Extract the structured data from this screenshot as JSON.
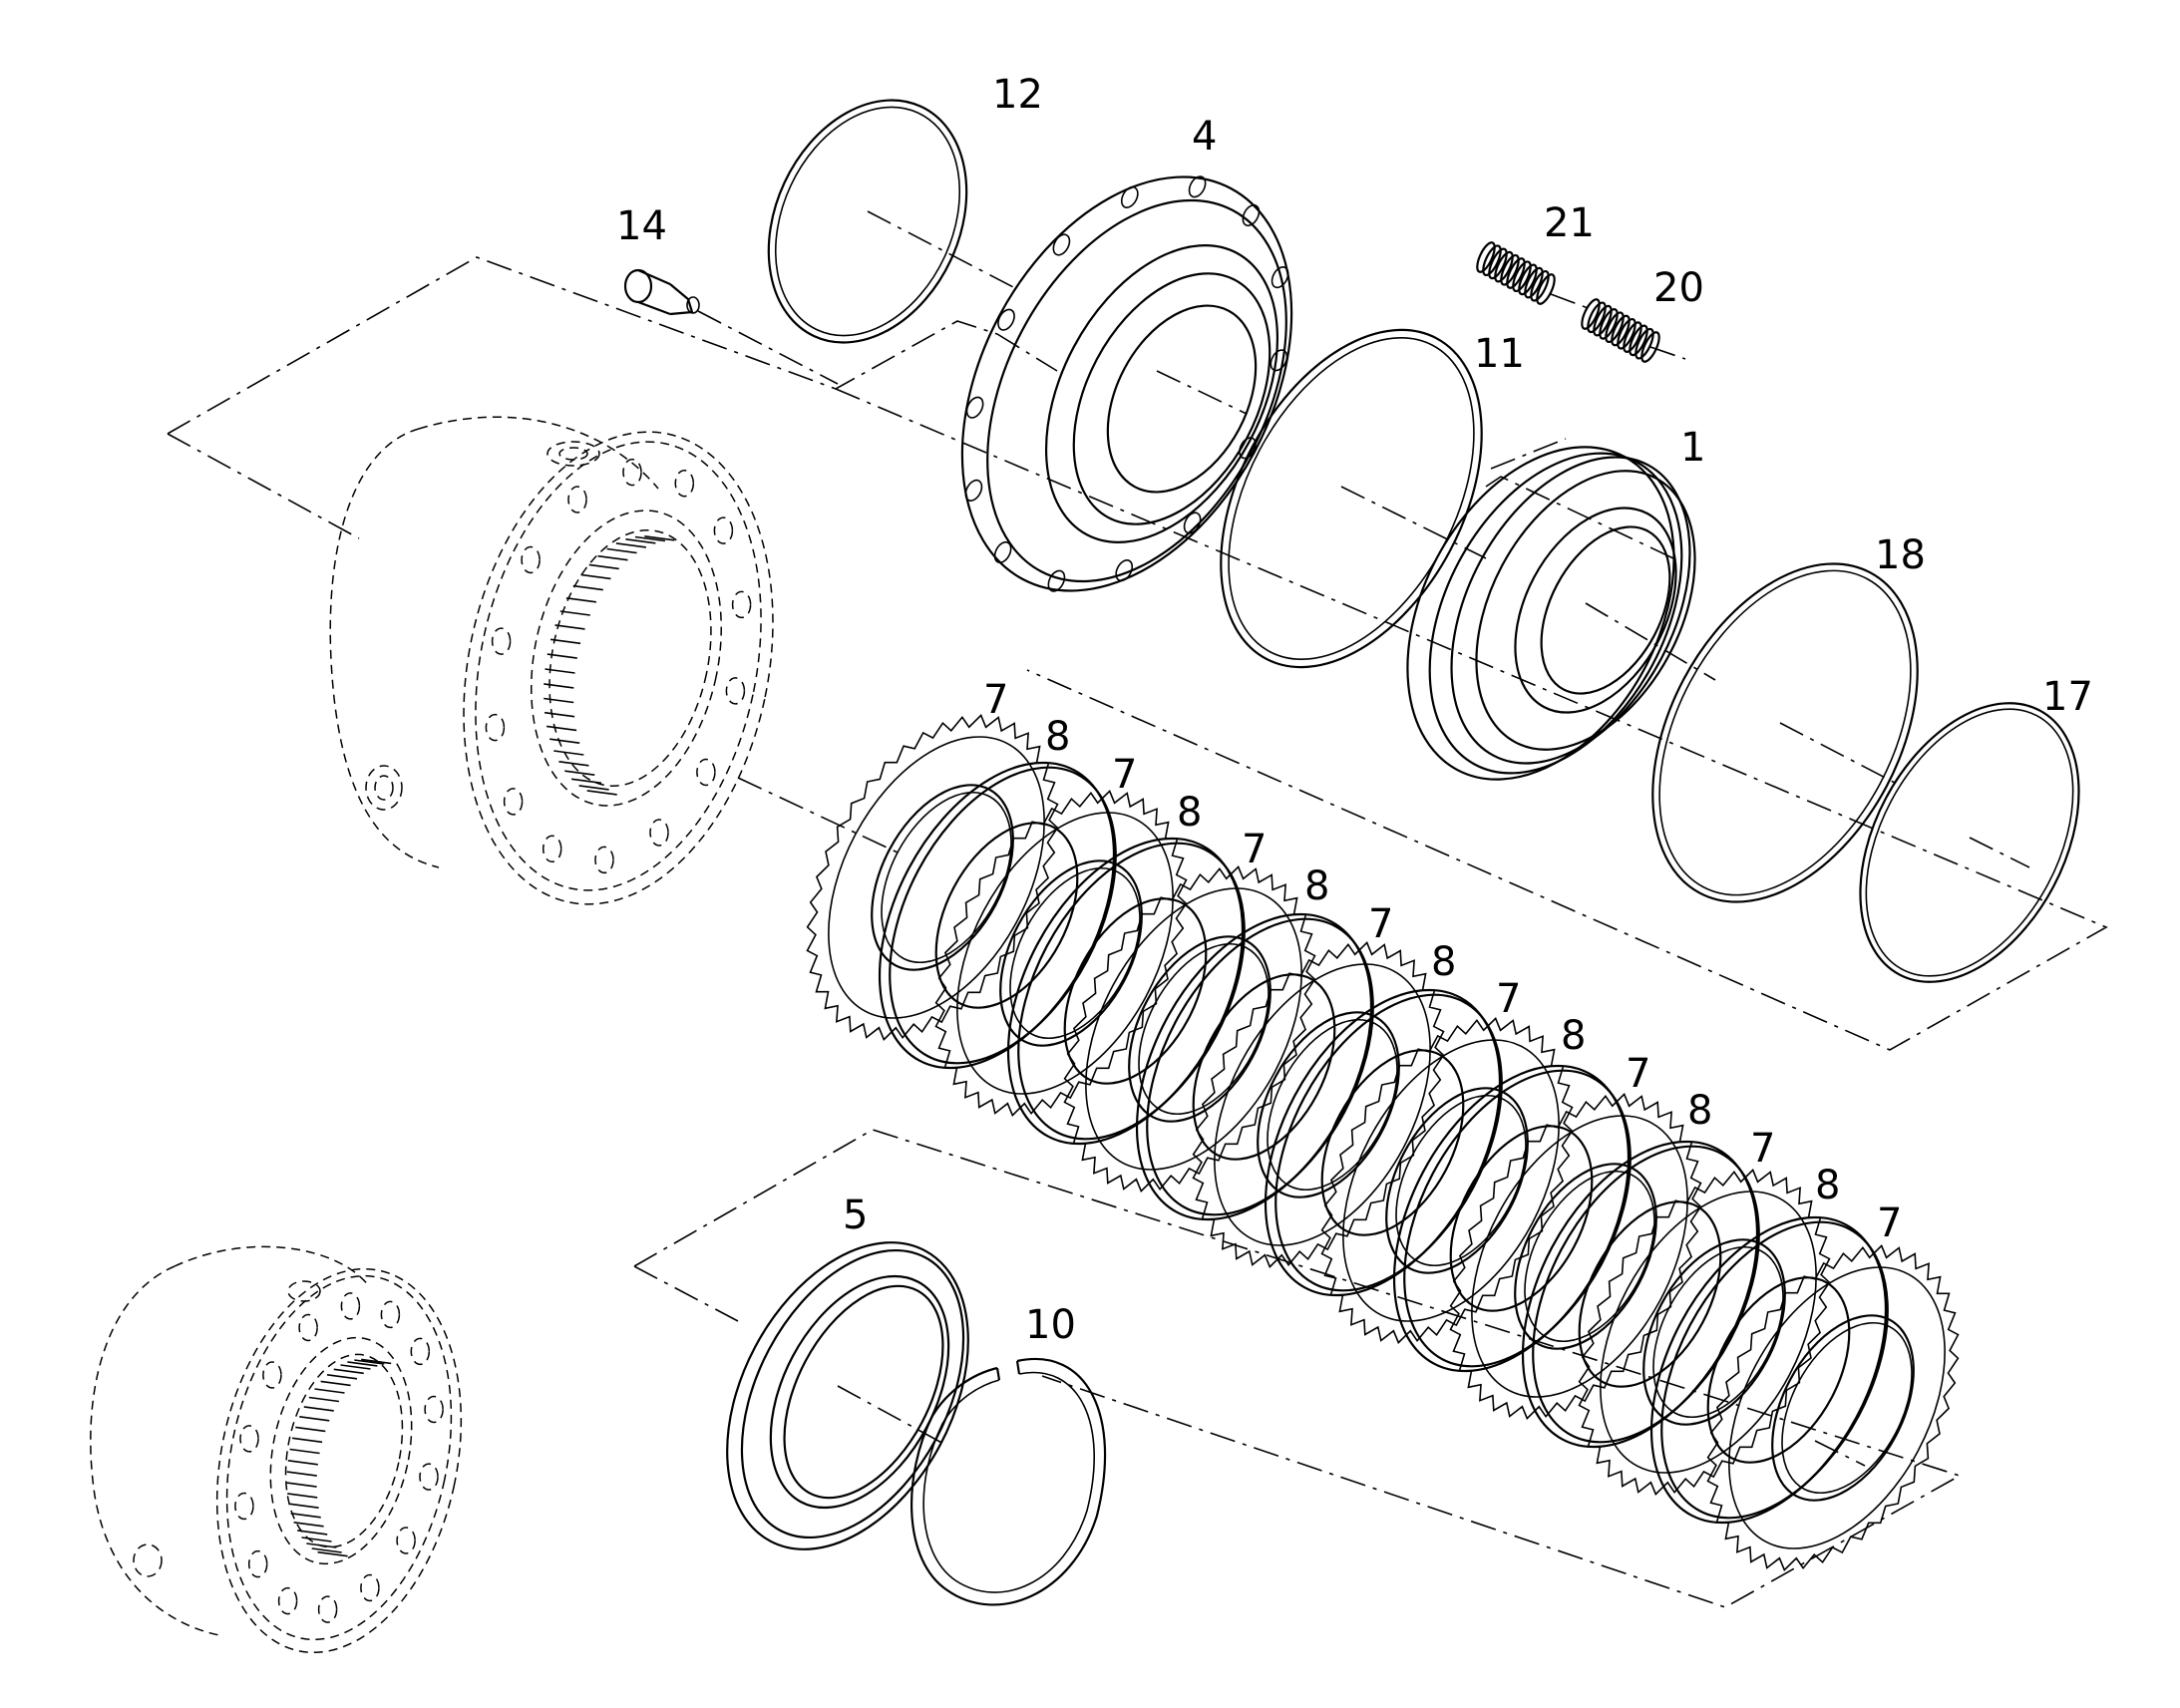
{
  "diagram": {
    "callouts": [
      {
        "id": "c12",
        "text": "12"
      },
      {
        "id": "c4",
        "text": "4"
      },
      {
        "id": "c14",
        "text": "14"
      },
      {
        "id": "c21",
        "text": "21"
      },
      {
        "id": "c20",
        "text": "20"
      },
      {
        "id": "c11",
        "text": "11"
      },
      {
        "id": "c1",
        "text": "1"
      },
      {
        "id": "c18",
        "text": "18"
      },
      {
        "id": "c17",
        "text": "17"
      },
      {
        "id": "c5",
        "text": "5"
      },
      {
        "id": "c10",
        "text": "10"
      },
      {
        "id": "p1",
        "text": "7"
      },
      {
        "id": "p2",
        "text": "8"
      },
      {
        "id": "p3",
        "text": "7"
      },
      {
        "id": "p4",
        "text": "8"
      },
      {
        "id": "p5",
        "text": "7"
      },
      {
        "id": "p6",
        "text": "8"
      },
      {
        "id": "p7",
        "text": "7"
      },
      {
        "id": "p8",
        "text": "8"
      },
      {
        "id": "p9",
        "text": "7"
      },
      {
        "id": "p10",
        "text": "8"
      },
      {
        "id": "p11",
        "text": "7"
      },
      {
        "id": "p12",
        "text": "8"
      },
      {
        "id": "p13",
        "text": "7"
      },
      {
        "id": "p14",
        "text": "8"
      },
      {
        "id": "p15",
        "text": "7"
      }
    ]
  }
}
